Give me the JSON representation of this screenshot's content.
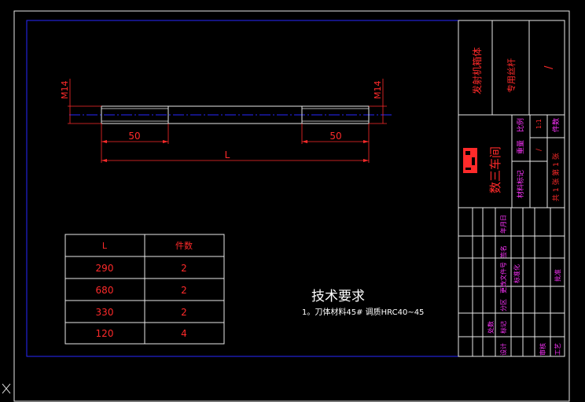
{
  "drawing": {
    "dimensions": {
      "thread_left": "M14",
      "thread_right": "M14",
      "thread_length_left": "50",
      "thread_length_right": "50",
      "overall_length": "L"
    },
    "table": {
      "headers": [
        "L",
        "件数"
      ],
      "rows": [
        [
          "290",
          "2"
        ],
        [
          "680",
          "2"
        ],
        [
          "330",
          "2"
        ],
        [
          "120",
          "4"
        ]
      ]
    },
    "tech_requirements": {
      "title": "技术要求",
      "item1": "1。刀体材料45#  调质HRC40~45"
    },
    "title_block": {
      "part_name": "发射机箱体",
      "drawing_type": "专用丝杆",
      "slash": "/",
      "scale_label": "比例",
      "scale_value": "1:1",
      "weight_label": "重量",
      "weight_value": "/",
      "qty_label": "件数",
      "workshop": "数三车间",
      "material_tag": "材料标记",
      "sheet_info": "共 1 张  第 1 张",
      "date_label": "年月日",
      "sign_label": "签名",
      "change_doc_label": "更改文件号",
      "standard_label": "标准化",
      "approve_label": "批准",
      "marker_label": "标记",
      "count_label": "处数",
      "design_label": "设计",
      "check_label": "审核",
      "process_label": "工艺",
      "partition_label": "分区"
    }
  },
  "colors": {
    "background": "#000000",
    "border": "#2828ff",
    "geometry": "#e8e8e8",
    "dimension": "#ff2a2a",
    "label": "#ff33ff",
    "centerline": "#2828ff"
  },
  "icons": {
    "ucs": "close-icon"
  }
}
